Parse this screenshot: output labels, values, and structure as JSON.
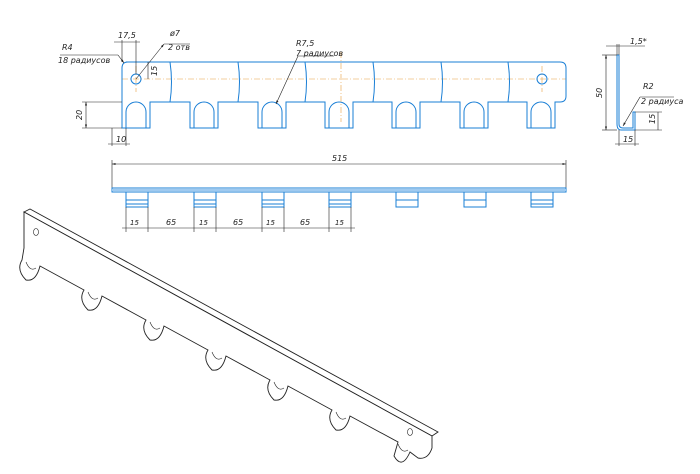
{
  "drawing": {
    "front_view": {
      "labels": {
        "top_width": "17,5",
        "hole_dia": "ø7",
        "hole_count": "2 отв",
        "corner_radius": "R4",
        "corner_count": "18 радиусов",
        "hole_offset": "15",
        "slot_radius": "R7,5",
        "slot_count": "7 радиусов",
        "hook_height": "20",
        "hook_width": "10"
      }
    },
    "bottom_view": {
      "labels": {
        "overall_length": "515",
        "hook_w1": "15",
        "gap1": "65",
        "hook_w2": "15",
        "gap2": "65",
        "hook_w3": "15",
        "gap3": "65",
        "hook_w4": "15"
      }
    },
    "side_view": {
      "labels": {
        "thickness": "1,5*",
        "height": "50",
        "bend_radius": "R2",
        "bend_count": "2 радиуса",
        "lip_height": "15",
        "lip_width": "15"
      }
    }
  }
}
